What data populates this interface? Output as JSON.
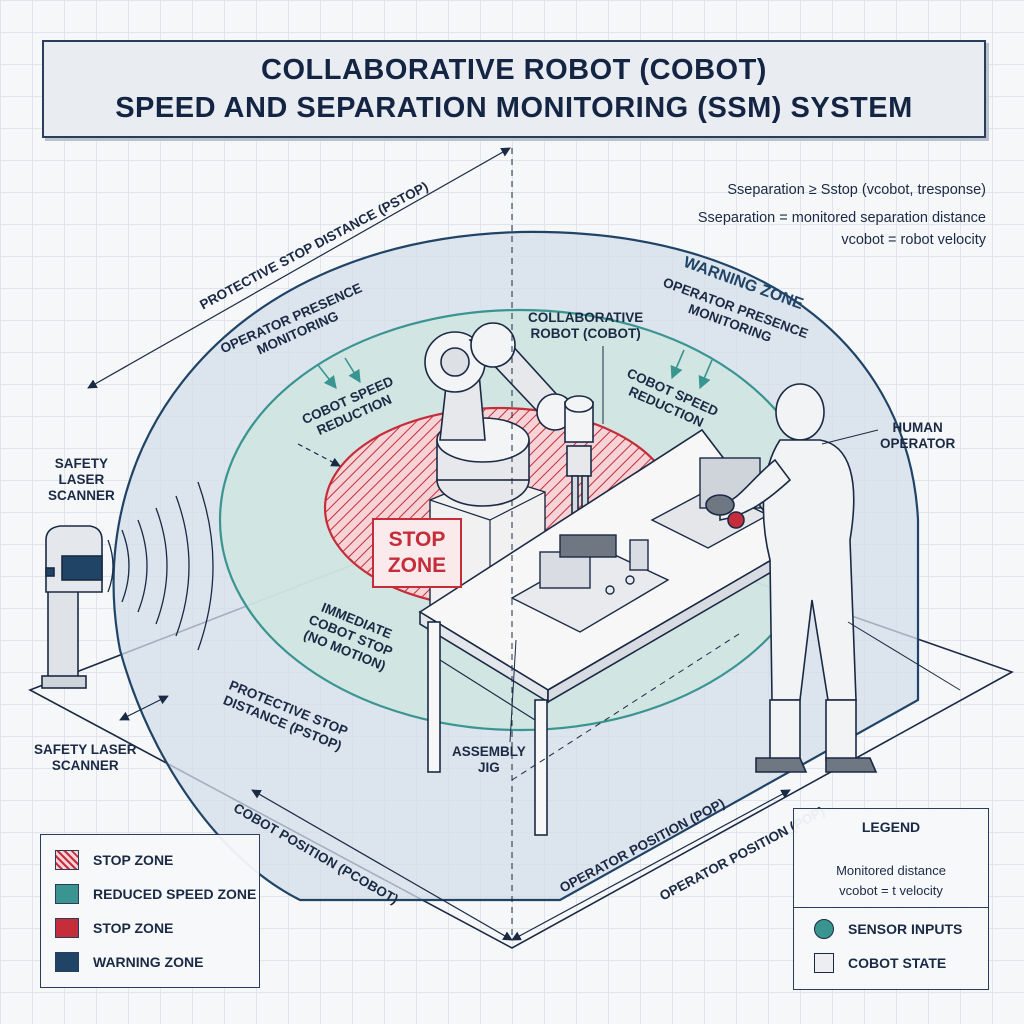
{
  "title": {
    "line1": "COLLABORATIVE ROBOT (COBOT)",
    "line2": "SPEED AND SEPARATION MONITORING (SSM) SYSTEM"
  },
  "formulas": {
    "line1": "Sseparation ≥ Sstop (vcobot, tresponse)",
    "line2": "Sseparation = monitored separation distance",
    "line3": "vcobot = robot velocity"
  },
  "labels": {
    "protective_stop_distance_top": "PROTECTIVE STOP DISTANCE (Pstop)",
    "operator_presence_left": "OPERATOR PRESENCE\nMONITORING",
    "cobot_speed_reduction_left": "COBOT SPEED\nREDUCTION",
    "collaborative_robot": "COLLABORATIVE\nROBOT (COBOT)",
    "warning_zone": "WARNING ZONE",
    "operator_presence_right": "OPERATOR PRESENCE\nMONITORING",
    "cobot_speed_reduction_right": "COBOT SPEED\nREDUCTION",
    "human_operator": "HUMAN\nOPERATOR",
    "safety_laser_scanner_top": "SAFETY\nLASER\nSCANNER",
    "stop_zone_line1": "STOP",
    "stop_zone_line2": "ZONE",
    "immediate_cobot_stop": "IMMEDIATE\nCOBOT STOP\n(NO MOTION)",
    "protective_stop_distance_bottom": "PROTECTIVE STOP\nDISTANCE (Pstop)",
    "safety_laser_scanner_bottom": "SAFETY LASER\nSCANNER",
    "assembly_jig": "ASSEMBLY\nJIG",
    "cobot_position": "COBOT POSITION (Pcobot)",
    "operator_position_1": "OPERATOR POSITION (Pop)",
    "operator_position_2": "OPERATOR POSITION (Pop)"
  },
  "legend_left": {
    "items": [
      {
        "label": "STOP ZONE",
        "swatch": "hatched-red"
      },
      {
        "label": "REDUCED SPEED ZONE",
        "swatch": "teal"
      },
      {
        "label": "STOP ZONE",
        "swatch": "red"
      },
      {
        "label": "WARNING ZONE",
        "swatch": "navy"
      }
    ]
  },
  "legend_right": {
    "title": "LEGEND",
    "text1": "Monitored distance",
    "text2": "vcobot = t velocity",
    "items": [
      {
        "label": "SENSOR INPUTS",
        "icon": "teal-circle-icon"
      },
      {
        "label": "COBOT STATE",
        "icon": "gray-square-icon"
      }
    ]
  },
  "colors": {
    "navy": "#1f4466",
    "teal": "#3a9490",
    "red": "#c52d3a",
    "warning_fill": "#cfd9e4",
    "reduced_fill": "#cfe5e1",
    "stop_fill": "#f3c8cd"
  }
}
